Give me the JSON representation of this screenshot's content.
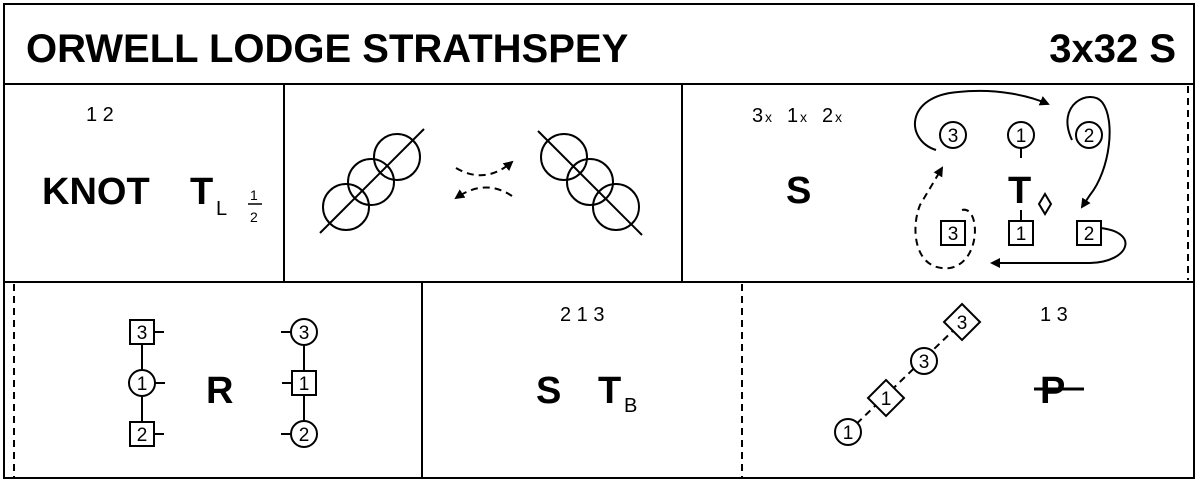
{
  "title": "ORWELL LODGE STRATHSPEY",
  "formation": "3x32 S",
  "bar1": {
    "couples": "1 2",
    "move": "KNOT",
    "step_letter": "T",
    "step_sub": "L",
    "frac_num": "1",
    "frac_den": "2"
  },
  "bar3": {
    "couples": "3",
    "couples_x": "x",
    "couples_b": "1",
    "couples_bx": "x",
    "couples_c": "2",
    "couples_cx": "x",
    "move": "S",
    "step_letter": "T",
    "dancers": {
      "w3": "3",
      "w1": "1",
      "w2": "2",
      "m3": "3",
      "m1": "1",
      "m2": "2"
    }
  },
  "bar4": {
    "move": "R",
    "dancers": {
      "l_top": "3",
      "l_mid": "1",
      "l_bot": "2",
      "r_top": "3",
      "r_mid": "1",
      "r_bot": "2"
    }
  },
  "bar5": {
    "couples": "2 1 3",
    "move": "S",
    "step_letter": "T",
    "step_sub": "B"
  },
  "bar6": {
    "couples": "1 3",
    "move": "P",
    "dancers": {
      "d1": "1",
      "d2": "1",
      "d3": "3",
      "d4": "3"
    }
  }
}
